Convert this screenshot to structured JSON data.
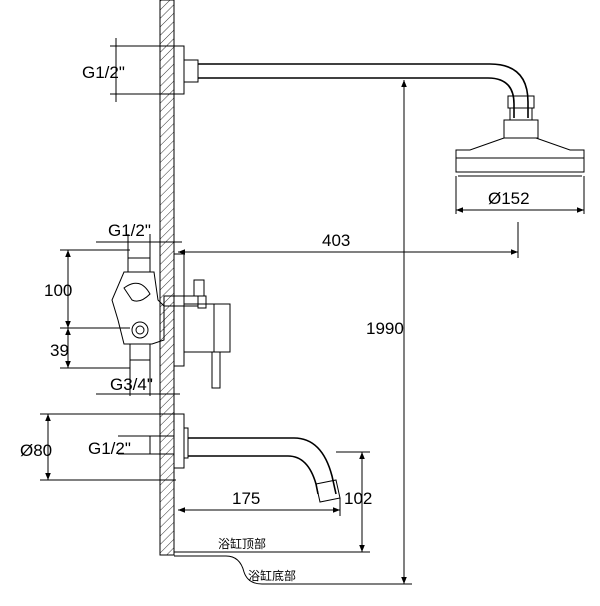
{
  "labels": {
    "top_thread": "G1/2\"",
    "head_diameter": "Ø152",
    "valve_inlet": "G1/2\"",
    "reach": "403",
    "valve_upper": "100",
    "total_height": "1990",
    "valve_lower": "39",
    "valve_outlet": "G3/4\"",
    "spout_flange": "Ø80",
    "spout_thread": "G1/2\"",
    "spout_reach": "175",
    "spout_height": "102",
    "tub_top": "浴缸顶部",
    "tub_bottom": "浴缸底部"
  }
}
